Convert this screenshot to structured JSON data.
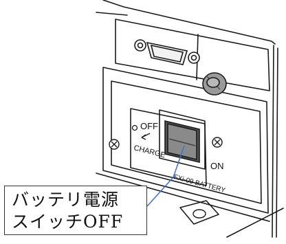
{
  "panel_labels": {
    "off": "OFF",
    "charge": "CHARGE",
    "on": "ON",
    "battery": "FXi-09 BATTERY"
  },
  "callout": {
    "line1": "バッテリ電源",
    "line2": "スイッチOFF"
  },
  "colors": {
    "stroke": "#1a1a1a",
    "switch_fill": "#8a8a8a",
    "leader": "#3a6fd8"
  }
}
